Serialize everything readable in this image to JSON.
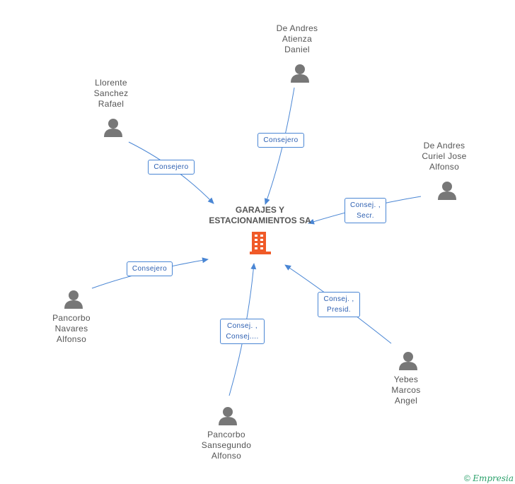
{
  "company": {
    "name_lines": [
      "GARAJES Y",
      "ESTACIONAMIENTOS SA"
    ],
    "icon": "building-icon",
    "icon_color": "#f05a28"
  },
  "people": [
    {
      "name_lines": [
        "De Andres",
        "Atienza",
        "Daniel"
      ],
      "role_lines": [
        "Consejero"
      ]
    },
    {
      "name_lines": [
        "Llorente",
        "Sanchez",
        "Rafael"
      ],
      "role_lines": [
        "Consejero"
      ]
    },
    {
      "name_lines": [
        "De Andres",
        "Curiel Jose",
        "Alfonso"
      ],
      "role_lines": [
        "Consej. ,",
        "Secr."
      ]
    },
    {
      "name_lines": [
        "Pancorbo",
        "Navares",
        "Alfonso"
      ],
      "role_lines": [
        "Consejero"
      ]
    },
    {
      "name_lines": [
        "Pancorbo",
        "Sansegundo",
        "Alfonso"
      ],
      "role_lines": [
        "Consej. ,",
        "Consej...."
      ]
    },
    {
      "name_lines": [
        "Yebes",
        "Marcos",
        "Angel"
      ],
      "role_lines": [
        "Consej. ,",
        "Presid."
      ]
    }
  ],
  "colors": {
    "edge": "#4a86d4",
    "person_icon": "#777777",
    "text": "#555555"
  },
  "footer": {
    "copyright": "©",
    "brand": "Empresia"
  }
}
